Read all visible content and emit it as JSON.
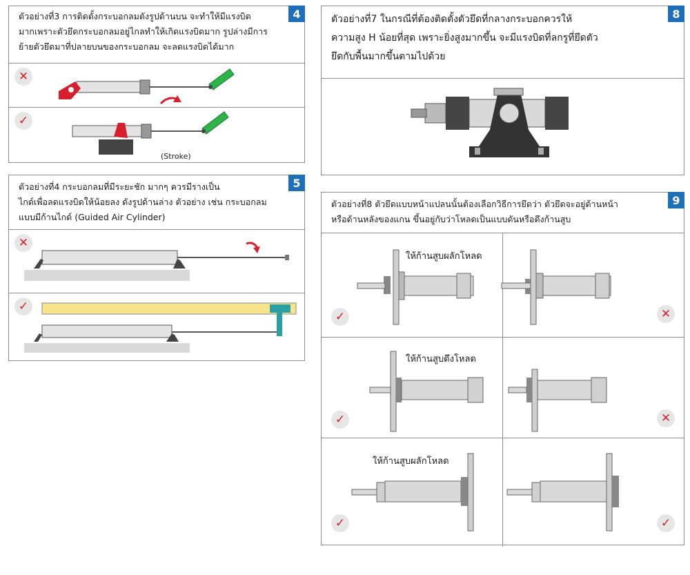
{
  "panels": {
    "p4": {
      "number": "4",
      "caption": "ตัวอย่างที่3 การติดตั้งกระบอกลมดังรูปด้านบน จะทำให้มีแรงบิด\nมากเพราะตัวยึดกระบอกลมอยู่ไกลทำให้เกิดแรงบิดมาก รูปล่างมีการ\nย้ายตัวยึดมาที่ปลายบนของกระบอกลม จะลดแรงบิดได้มาก",
      "stroke_label": "(Stroke)"
    },
    "p5": {
      "number": "5",
      "caption": "ตัวอย่างที่4 กระบอกลมที่มีระยะชัก        มากๆ ควรมีรางเป็น\nไกด์เพื่อลดแรงบิดให้น้อยลง ดังรูปด้านล่าง ตัวอย่าง เช่น กระบอกลม\nแบบมีก้านไกด์ (Guided Air Cylinder)"
    },
    "p8": {
      "number": "8",
      "caption": "ตัวอย่างที่7 ในกรณีที่ต้องติดตั้งตัวยึดที่กลางกระบอกควรให้\nความสูง H น้อยที่สุด เพราะยิ่งสูงมากขึ้น จะมีแรงบิดที่ลกรูที่ยึดตัว\nยึดกับพื้นมากขึ้นตามไปด้วย"
    },
    "p9": {
      "number": "9",
      "caption": "ตัวอย่างที่8 ตัวยึดแบบหน้าแปลนนั้นต้องเลือกวิธีการยึดว่า ตัวยึดจะอยู่ด้านหน้า\nหรือด้านหลังของแกน ขึ้นอยู่กับว่าโหลดเป็นแบบดันหรือดึงก้านสูบ",
      "row_labels": [
        "ให้ก้านสูบผลักโหลด",
        "ให้ก้านสูบดึงโหลด",
        "ให้ก้านสูบผลักโหลด"
      ]
    }
  },
  "marks": {
    "ok": "✓",
    "bad": "✕"
  },
  "colors": {
    "accent": "#1f6fb8",
    "red": "#d61f2c",
    "green": "#2db34a",
    "yellow": "#f6e58d",
    "teal": "#2aa0a4"
  }
}
